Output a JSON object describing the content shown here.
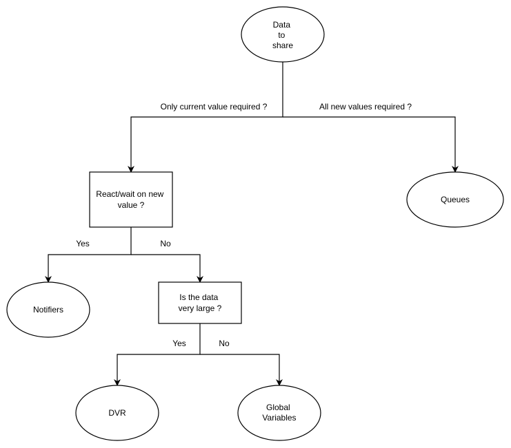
{
  "nodes": {
    "data_to_share": {
      "lines": [
        "Data",
        "to",
        "share"
      ],
      "shape": "ellipse"
    },
    "queues": {
      "lines": [
        "Queues"
      ],
      "shape": "ellipse"
    },
    "react_wait": {
      "lines": [
        "React/wait on new",
        "value ?"
      ],
      "shape": "rect"
    },
    "notifiers": {
      "lines": [
        "Notifiers"
      ],
      "shape": "ellipse"
    },
    "data_large": {
      "lines": [
        "Is the data",
        "very large ?"
      ],
      "shape": "rect"
    },
    "dvr": {
      "lines": [
        "DVR"
      ],
      "shape": "ellipse"
    },
    "global_variables": {
      "lines": [
        "Global",
        "Variables"
      ],
      "shape": "ellipse"
    }
  },
  "edges": {
    "only_current": "Only current value required ?",
    "all_new": "All new values required ?",
    "react_yes": "Yes",
    "react_no": "No",
    "large_yes": "Yes",
    "large_no": "No"
  },
  "colors": {
    "stroke": "#000000",
    "fill": "#ffffff",
    "text": "#000000"
  }
}
